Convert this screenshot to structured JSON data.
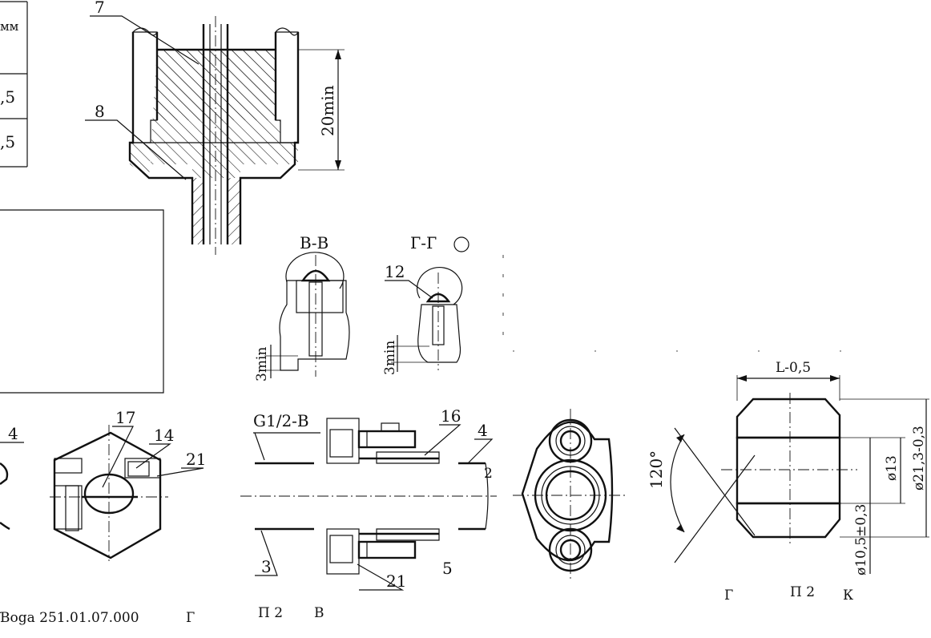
{
  "table": {
    "header": "мм",
    "rows": [
      ",5",
      ",5"
    ]
  },
  "callouts": {
    "c7": "7",
    "c8": "8",
    "c12": "12",
    "c17": "17",
    "c14": "14",
    "c21a": "21",
    "c4a": "4",
    "c16": "16",
    "c4b": "4",
    "c3": "3",
    "c21b": "21",
    "c15": "5",
    "c2": "2"
  },
  "sections": {
    "vv": "В-В",
    "gg": "Г-Г",
    "gg_mark": "O"
  },
  "dimensions": {
    "d20min": "20min",
    "d3min_a": "3min",
    "d3min_b": "3min",
    "thread": "G1/2-B",
    "angle": "120°",
    "length": "L-0,5",
    "dia13": "ø13",
    "dia21": "ø21,3-0,3",
    "dia105": "ø10,5±0,3"
  },
  "footer": {
    "drawing_no": "Ɓoga  251.01.07.000",
    "g1": "Г",
    "p1": "П 2",
    "v1": "В",
    "g2": "Г",
    "p2": "П 2",
    "k2": "К"
  },
  "colors": {
    "ink": "#111111",
    "paper": "#ffffff"
  }
}
